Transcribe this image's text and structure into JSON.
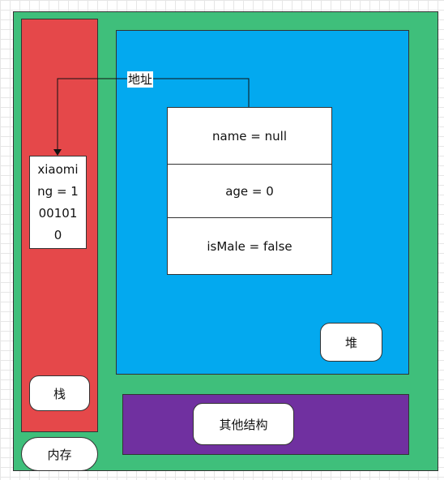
{
  "memory": {
    "label": "内存"
  },
  "stack": {
    "label": "栈",
    "variable": "xiaoming = 1001010"
  },
  "heap": {
    "label": "堆",
    "object_fields": [
      "name = null",
      "age = 0",
      "isMale = false"
    ]
  },
  "other": {
    "label": "其他结构"
  },
  "pointer": {
    "label": "地址"
  },
  "colors": {
    "memory": "#3fbf7b",
    "stack": "#e5484a",
    "heap": "#03a9ef",
    "other": "#7030a0"
  }
}
